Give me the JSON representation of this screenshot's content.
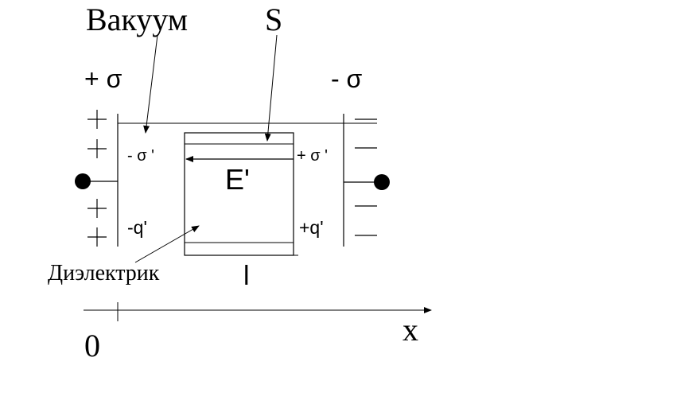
{
  "labels": {
    "vacuum": "Вакуум",
    "surface": "S",
    "plate_left_charge": "+ σ",
    "plate_right_charge": "- σ",
    "induced_left_sigma": "- σ '",
    "induced_right_sigma": "+ σ '",
    "field": "E'",
    "induced_left_q": "-q'",
    "induced_right_q": "+q'",
    "dielectric": "Диэлектрик",
    "length": "l",
    "origin": "0",
    "axis": "x"
  },
  "plus_signs": [
    "+",
    "+",
    "+",
    "+"
  ]
}
